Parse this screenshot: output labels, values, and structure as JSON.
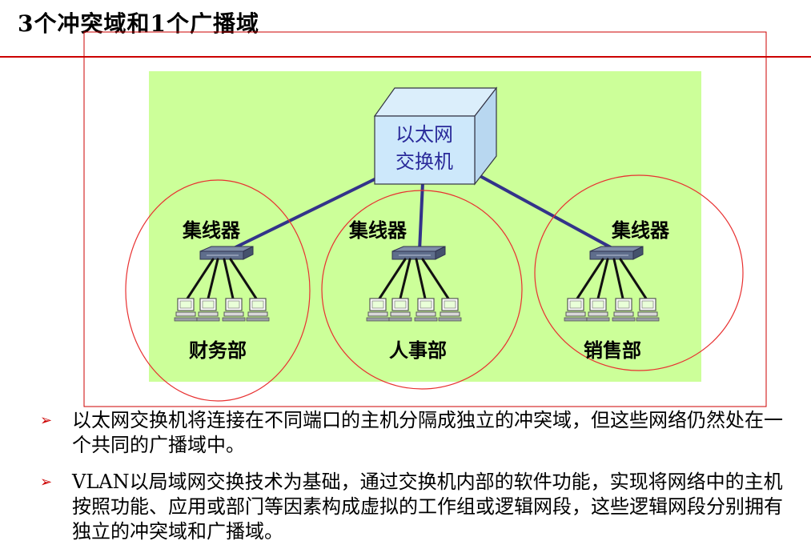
{
  "slide": {
    "title": "3个冲突域和1个广播域"
  },
  "diagram": {
    "switch_label_line1": "以太网",
    "switch_label_line2": "交换机",
    "hub_label": "集线器",
    "departments": [
      "财务部",
      "人事部",
      "销售部"
    ],
    "colors": {
      "background_panel": "#ccff99",
      "collision_circle": "#e83030",
      "broadcast_frame": "#cc0000",
      "link": "#33338a",
      "switch_face": "#cde8fb",
      "switch_text": "#2a2a9a"
    }
  },
  "bullets": [
    {
      "marker": "➢",
      "text": "以太网交换机将连接在不同端口的主机分隔成独立的冲突域，但这些网络仍然处在一个共同的广播域中。"
    },
    {
      "marker": "➢",
      "text": "VLAN以局域网交换技术为基础，通过交换机内部的软件功能，实现将网络中的主机按照功能、应用或部门等因素构成虚拟的工作组或逻辑网段，这些逻辑网段分别拥有独立的冲突域和广播域。"
    }
  ]
}
